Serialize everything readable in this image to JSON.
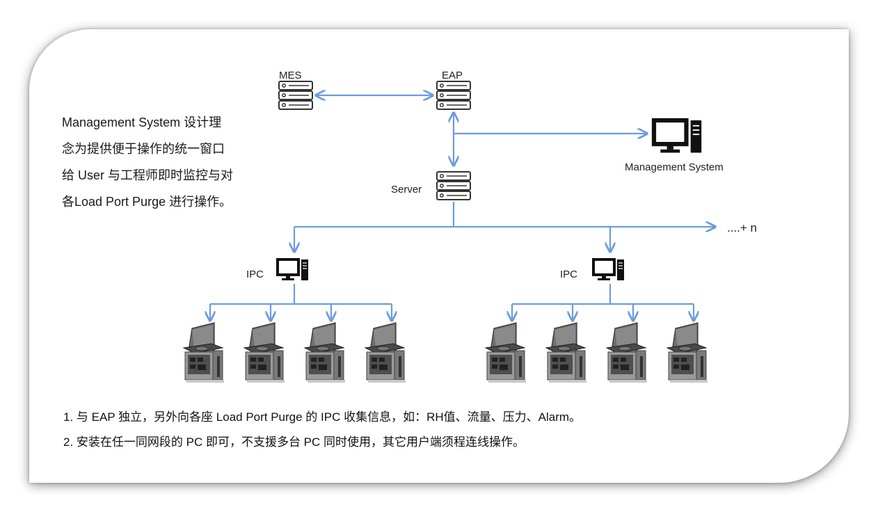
{
  "intro": {
    "lines": [
      "Management System 设计理",
      "念为提供便于操作的统一窗口",
      "给 User 与工程师即时监控与对",
      "各Load Port Purge 进行操作。"
    ]
  },
  "nodes": {
    "mes": "MES",
    "eap": "EAP",
    "server": "Server",
    "management": "Management System",
    "more": "....+ n",
    "ipc_left": "IPC",
    "ipc_right": "IPC"
  },
  "notes": [
    "1. 与 EAP 独立，另外向各座 Load Port Purge 的 IPC 收集信息，如：RH值、流量、压力、Alarm。",
    "2. 安装在任一同网段的 PC 即可，不支援多台 PC 同时使用，其它用户端须程连线操作。"
  ],
  "colors": {
    "line": "#6c9be0",
    "device": "#333333"
  }
}
